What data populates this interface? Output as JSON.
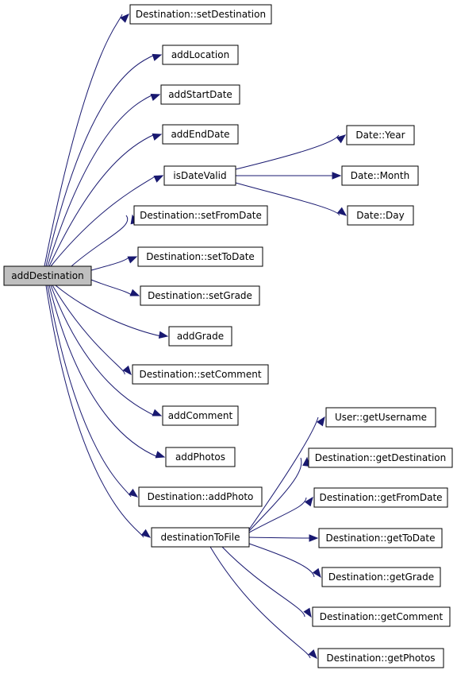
{
  "colors": {
    "edge": "#191970",
    "node_border": "#000000",
    "node_fill": "#ffffff",
    "root_fill": "#bfbfbf"
  },
  "nodes": [
    {
      "id": "n0",
      "label": "addDestination",
      "root": true
    },
    {
      "id": "n1",
      "label": "Destination::setDestination"
    },
    {
      "id": "n2",
      "label": "addLocation"
    },
    {
      "id": "n3",
      "label": "addStartDate"
    },
    {
      "id": "n4",
      "label": "addEndDate"
    },
    {
      "id": "n5",
      "label": "isDateValid"
    },
    {
      "id": "n6",
      "label": "Destination::setFromDate"
    },
    {
      "id": "n7",
      "label": "Destination::setToDate"
    },
    {
      "id": "n8",
      "label": "Destination::setGrade"
    },
    {
      "id": "n9",
      "label": "addGrade"
    },
    {
      "id": "n10",
      "label": "Destination::setComment"
    },
    {
      "id": "n11",
      "label": "addComment"
    },
    {
      "id": "n12",
      "label": "addPhotos"
    },
    {
      "id": "n13",
      "label": "Destination::addPhoto"
    },
    {
      "id": "n14",
      "label": "destinationToFile"
    },
    {
      "id": "n15",
      "label": "Date::Year"
    },
    {
      "id": "n16",
      "label": "Date::Month"
    },
    {
      "id": "n17",
      "label": "Date::Day"
    },
    {
      "id": "n18",
      "label": "User::getUsername"
    },
    {
      "id": "n19",
      "label": "Destination::getDestination"
    },
    {
      "id": "n20",
      "label": "Destination::getFromDate"
    },
    {
      "id": "n21",
      "label": "Destination::getToDate"
    },
    {
      "id": "n22",
      "label": "Destination::getGrade"
    },
    {
      "id": "n23",
      "label": "Destination::getComment"
    },
    {
      "id": "n24",
      "label": "Destination::getPhotos"
    }
  ],
  "edges": [
    {
      "from": "n0",
      "to": "n1"
    },
    {
      "from": "n0",
      "to": "n2"
    },
    {
      "from": "n0",
      "to": "n3"
    },
    {
      "from": "n0",
      "to": "n4"
    },
    {
      "from": "n0",
      "to": "n5"
    },
    {
      "from": "n0",
      "to": "n6"
    },
    {
      "from": "n0",
      "to": "n7"
    },
    {
      "from": "n0",
      "to": "n8"
    },
    {
      "from": "n0",
      "to": "n9"
    },
    {
      "from": "n0",
      "to": "n10"
    },
    {
      "from": "n0",
      "to": "n11"
    },
    {
      "from": "n0",
      "to": "n12"
    },
    {
      "from": "n0",
      "to": "n13"
    },
    {
      "from": "n0",
      "to": "n14"
    },
    {
      "from": "n5",
      "to": "n15"
    },
    {
      "from": "n5",
      "to": "n16"
    },
    {
      "from": "n5",
      "to": "n17"
    },
    {
      "from": "n14",
      "to": "n18"
    },
    {
      "from": "n14",
      "to": "n19"
    },
    {
      "from": "n14",
      "to": "n20"
    },
    {
      "from": "n14",
      "to": "n21"
    },
    {
      "from": "n14",
      "to": "n22"
    },
    {
      "from": "n14",
      "to": "n23"
    },
    {
      "from": "n14",
      "to": "n24"
    }
  ]
}
